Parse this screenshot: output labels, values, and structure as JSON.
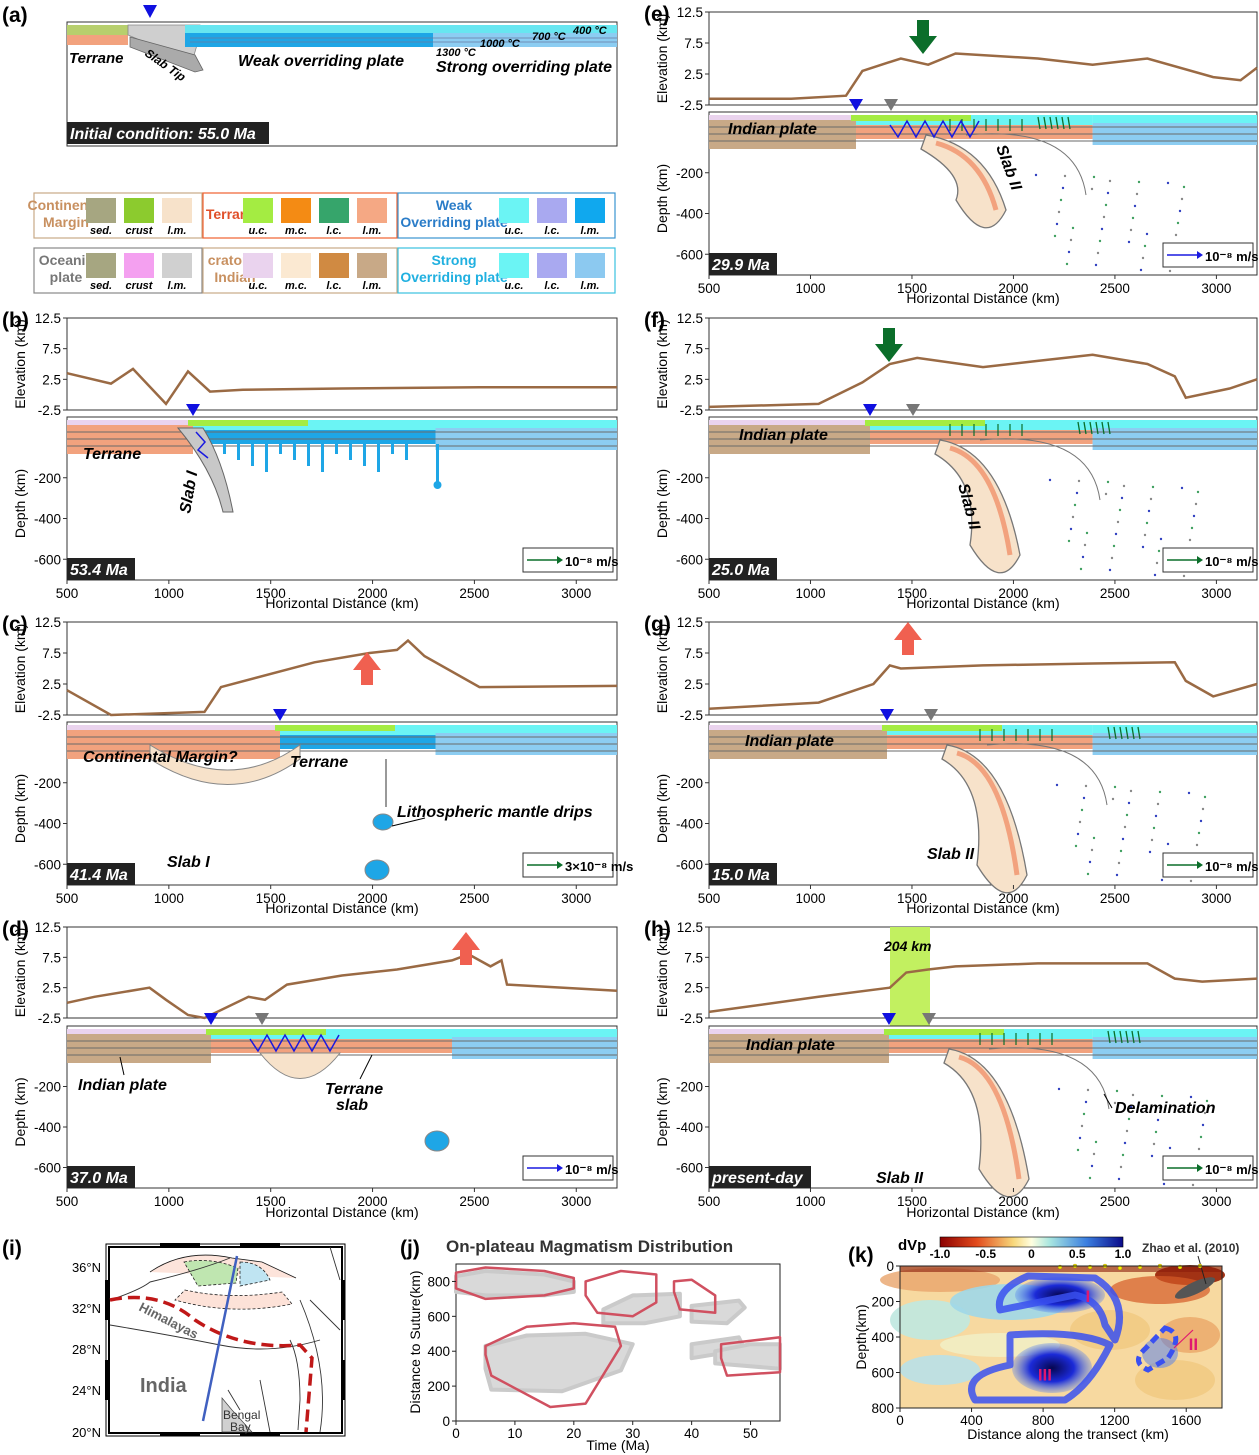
{
  "colors": {
    "elevation_line": "#9a6a44",
    "weak_plate": "#1ea6e6",
    "strong_plate": "#8ccdf2",
    "terrane": "#f2a27e",
    "indian": "#c8a987",
    "oceanic": "#c8c8c8",
    "suture_marker": "#1010e0",
    "front_marker": "#777777",
    "green_arrow": "#0b6e2a",
    "red_arrow": "#f06050",
    "highlight": "#c2f060"
  },
  "panels": {
    "a": {
      "letter": "(a)",
      "time": "Initial condition: 55.0 Ma",
      "labels": {
        "terrane": "Terrane",
        "slab_tip": "Slab Tip",
        "weak": "Weak overriding plate",
        "strong": "Strong overriding plate",
        "t1300": "1300 °C",
        "t1000": "1000 °C",
        "t700": "700 °C",
        "t400": "400 °C"
      }
    },
    "b": {
      "letter": "(b)",
      "time": "53.4 Ma",
      "velocity": "10⁻⁸ m/s",
      "labels": {
        "terrane": "Terrane",
        "slab": "Slab I"
      }
    },
    "c": {
      "letter": "(c)",
      "time": "41.4 Ma",
      "velocity": "3×10⁻⁸ m/s",
      "labels": {
        "cm": "Continental Margin?",
        "terrane": "Terrane",
        "drips": "Lithospheric mantle drips",
        "slab": "Slab I"
      }
    },
    "d": {
      "letter": "(d)",
      "time": "37.0 Ma",
      "velocity": "10⁻⁸ m/s",
      "labels": {
        "indian": "Indian plate",
        "terrane_slab_1": "Terrane",
        "terrane_slab_2": "slab"
      }
    },
    "e": {
      "letter": "(e)",
      "time": "29.9 Ma",
      "velocity": "10⁻⁸ m/s",
      "labels": {
        "indian": "Indian plate",
        "slab": "Slab II"
      }
    },
    "f": {
      "letter": "(f)",
      "time": "25.0 Ma",
      "velocity": "10⁻⁸ m/s",
      "labels": {
        "indian": "Indian plate",
        "slab": "Slab II"
      }
    },
    "g": {
      "letter": "(g)",
      "time": "15.0 Ma",
      "velocity": "10⁻⁸ m/s",
      "labels": {
        "indian": "Indian plate",
        "slab": "Slab II"
      }
    },
    "h": {
      "letter": "(h)",
      "time": "present-day",
      "velocity": "10⁻⁸ m/s",
      "labels": {
        "indian": "Indian plate",
        "delam": "Delamination",
        "slab": "Slab II",
        "width": "204 km"
      }
    }
  },
  "axes": {
    "xlabel": "Horizontal Distance (km)",
    "ylabel_depth": "Depth (km)",
    "ylabel_elev": "Elevation (km)",
    "x_ticks": [
      "500",
      "1000",
      "1500",
      "2000",
      "2500",
      "3000"
    ],
    "elev_ticks": [
      "12.5",
      "7.5",
      "2.5",
      "-2.5"
    ],
    "depth_ticks": [
      "-200",
      "-400",
      "-600"
    ]
  },
  "legend": {
    "groups": [
      {
        "title": [
          "Continental",
          "Margin"
        ],
        "items": [
          "sed.",
          "crust",
          "l.m."
        ]
      },
      {
        "title": [
          "Terrane"
        ],
        "items": [
          "u.c.",
          "m.c.",
          "l.c.",
          "l.m."
        ]
      },
      {
        "title": [
          "Weak",
          "Overriding plate"
        ],
        "items": [
          "u.c.",
          "l.c.",
          "l.m."
        ]
      },
      {
        "title": [
          "Oceanic",
          "plate"
        ],
        "items": [
          "sed.",
          "crust",
          "l.m."
        ]
      },
      {
        "title": [
          "cratonic",
          "Indian"
        ],
        "items": [
          "u.c.",
          "m.c.",
          "l.c.",
          "l.m."
        ]
      },
      {
        "title": [
          "Strong",
          "Overriding plate"
        ],
        "items": [
          "u.c.",
          "l.c.",
          "l.m."
        ]
      }
    ]
  },
  "map": {
    "letter": "(i)",
    "lat_labels": [
      "36°N",
      "32°N",
      "28°N",
      "24°N",
      "20°N"
    ],
    "labels": {
      "himalayas": "Himalayas",
      "india": "India",
      "bengal1": "Bengal",
      "bengal2": "Bay"
    }
  },
  "chart_data": [
    {
      "type": "scatter",
      "letter": "(j)",
      "title": "On-plateau Magmatism Distribution",
      "xlabel": "Time (Ma)",
      "ylabel": "Distance to Suture(km)",
      "xlim": [
        0,
        55
      ],
      "ylim": [
        0,
        900
      ],
      "x_ticks": [
        "0",
        "10",
        "20",
        "30",
        "40",
        "50"
      ],
      "y_ticks": [
        "0",
        "200",
        "400",
        "600",
        "800"
      ],
      "series": [
        {
          "style": "gray-filled",
          "regions": [
            {
              "x": [
                0,
                5,
                15,
                20,
                20,
                15,
                5,
                0
              ],
              "y": [
                830,
                860,
                840,
                800,
                740,
                720,
                720,
                740
              ]
            },
            {
              "x": [
                25,
                30,
                38,
                38,
                32,
                25
              ],
              "y": [
                640,
                720,
                730,
                600,
                560,
                560
              ]
            },
            {
              "x": [
                40,
                48,
                49,
                46,
                40
              ],
              "y": [
                660,
                690,
                650,
                560,
                570
              ]
            },
            {
              "x": [
                5,
                12,
                22,
                30,
                28,
                18,
                6,
                5
              ],
              "y": [
                430,
                490,
                500,
                440,
                290,
                170,
                180,
                300
              ]
            },
            {
              "x": [
                40,
                48,
                49,
                40
              ],
              "y": [
                440,
                480,
                410,
                360
              ]
            },
            {
              "x": [
                44,
                50,
                55,
                55,
                44
              ],
              "y": [
                400,
                440,
                440,
                300,
                330
              ]
            }
          ]
        },
        {
          "style": "red-outline",
          "regions": [
            {
              "x": [
                0,
                5,
                15,
                20,
                20,
                15,
                5,
                0
              ],
              "y": [
                850,
                880,
                860,
                820,
                760,
                720,
                700,
                760
              ]
            },
            {
              "x": [
                22,
                28,
                34,
                34,
                30,
                24,
                22
              ],
              "y": [
                800,
                860,
                840,
                680,
                600,
                620,
                720
              ]
            },
            {
              "x": [
                37,
                40,
                44,
                44,
                38,
                37
              ],
              "y": [
                800,
                810,
                720,
                620,
                640,
                740
              ]
            },
            {
              "x": [
                5,
                12,
                20,
                27,
                28,
                22,
                16,
                6,
                5
              ],
              "y": [
                430,
                540,
                560,
                540,
                430,
                100,
                80,
                260,
                380
              ]
            },
            {
              "x": [
                45,
                50,
                55,
                55,
                46,
                45
              ],
              "y": [
                440,
                460,
                480,
                280,
                260,
                360
              ]
            }
          ]
        }
      ]
    },
    {
      "type": "heatmap",
      "letter": "(k)",
      "title": "dVp",
      "colorbar_ticks": [
        "-1.0",
        "-0.5",
        "0",
        "0.5",
        "1.0"
      ],
      "source": "Zhao et al. (2010)",
      "xlabel": "Distance along the transect (km)",
      "ylabel": "Depth(km)",
      "xlim": [
        0,
        1800
      ],
      "ylim": [
        0,
        800
      ],
      "x_ticks": [
        "0",
        "400",
        "800",
        "1200",
        "1600"
      ],
      "y_ticks": [
        "0",
        "200",
        "400",
        "600",
        "800"
      ],
      "anomalies": [
        {
          "label": "I",
          "x": 1050,
          "y": 170
        },
        {
          "label": "II",
          "x": 1640,
          "y": 440
        },
        {
          "label": "III",
          "x": 810,
          "y": 610
        }
      ]
    }
  ]
}
